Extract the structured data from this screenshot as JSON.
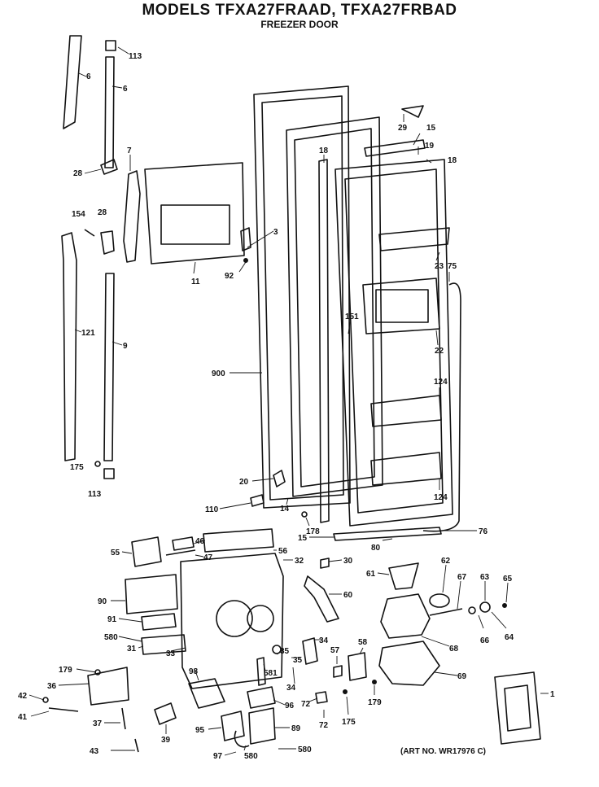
{
  "header": {
    "title": "MODELS TFXA27FRAAD, TFXA27FRBAD",
    "subtitle": "FREEZER DOOR"
  },
  "art_number": "(ART NO. WR17976 C)",
  "callouts": [
    {
      "id": "c113a",
      "text": "113"
    },
    {
      "id": "c6a",
      "text": "6"
    },
    {
      "id": "c6b",
      "text": "6"
    },
    {
      "id": "c7",
      "text": "7"
    },
    {
      "id": "c28a",
      "text": "28"
    },
    {
      "id": "c154",
      "text": "154"
    },
    {
      "id": "c28b",
      "text": "28"
    },
    {
      "id": "c121",
      "text": "121"
    },
    {
      "id": "c9",
      "text": "9"
    },
    {
      "id": "c175a",
      "text": "175"
    },
    {
      "id": "c113b",
      "text": "113"
    },
    {
      "id": "c11",
      "text": "11"
    },
    {
      "id": "c3",
      "text": "3"
    },
    {
      "id": "c92",
      "text": "92"
    },
    {
      "id": "c900",
      "text": "900"
    },
    {
      "id": "c29",
      "text": "29"
    },
    {
      "id": "c15a",
      "text": "15"
    },
    {
      "id": "c19",
      "text": "19"
    },
    {
      "id": "c18a",
      "text": "18"
    },
    {
      "id": "c18b",
      "text": "18"
    },
    {
      "id": "c23",
      "text": "23"
    },
    {
      "id": "c75",
      "text": "75"
    },
    {
      "id": "c151",
      "text": "151"
    },
    {
      "id": "c22",
      "text": "22"
    },
    {
      "id": "c124a",
      "text": "124"
    },
    {
      "id": "c124b",
      "text": "124"
    },
    {
      "id": "c20",
      "text": "20"
    },
    {
      "id": "c110",
      "text": "110"
    },
    {
      "id": "c14",
      "text": "14"
    },
    {
      "id": "c178",
      "text": "178"
    },
    {
      "id": "c15b",
      "text": "15"
    },
    {
      "id": "c80",
      "text": "80"
    },
    {
      "id": "c76",
      "text": "76"
    },
    {
      "id": "c55",
      "text": "55"
    },
    {
      "id": "c46",
      "text": "46"
    },
    {
      "id": "c47",
      "text": "47"
    },
    {
      "id": "c56",
      "text": "56"
    },
    {
      "id": "c32",
      "text": "32"
    },
    {
      "id": "c30",
      "text": "30"
    },
    {
      "id": "c61",
      "text": "61"
    },
    {
      "id": "c62",
      "text": "62"
    },
    {
      "id": "c67",
      "text": "67"
    },
    {
      "id": "c63",
      "text": "63"
    },
    {
      "id": "c65",
      "text": "65"
    },
    {
      "id": "c90",
      "text": "90"
    },
    {
      "id": "c60",
      "text": "60"
    },
    {
      "id": "c91",
      "text": "91"
    },
    {
      "id": "c580a",
      "text": "580"
    },
    {
      "id": "c66",
      "text": "66"
    },
    {
      "id": "c64",
      "text": "64"
    },
    {
      "id": "c31",
      "text": "31"
    },
    {
      "id": "c33",
      "text": "33"
    },
    {
      "id": "c35a",
      "text": "35"
    },
    {
      "id": "c34a",
      "text": "34"
    },
    {
      "id": "c68",
      "text": "68"
    },
    {
      "id": "c179a",
      "text": "179"
    },
    {
      "id": "c36",
      "text": "36"
    },
    {
      "id": "c35b",
      "text": "35"
    },
    {
      "id": "c98",
      "text": "98"
    },
    {
      "id": "c581",
      "text": "581"
    },
    {
      "id": "c34b",
      "text": "34"
    },
    {
      "id": "c57",
      "text": "57"
    },
    {
      "id": "c58",
      "text": "58"
    },
    {
      "id": "c69",
      "text": "69"
    },
    {
      "id": "c42",
      "text": "42"
    },
    {
      "id": "c96",
      "text": "96"
    },
    {
      "id": "c72a",
      "text": "72"
    },
    {
      "id": "c179b",
      "text": "179"
    },
    {
      "id": "c41",
      "text": "41"
    },
    {
      "id": "c37",
      "text": "37"
    },
    {
      "id": "c39",
      "text": "39"
    },
    {
      "id": "c175b",
      "text": "175"
    },
    {
      "id": "c72b",
      "text": "72"
    },
    {
      "id": "c95",
      "text": "95"
    },
    {
      "id": "c89",
      "text": "89"
    },
    {
      "id": "c1",
      "text": "1"
    },
    {
      "id": "c43",
      "text": "43"
    },
    {
      "id": "c97",
      "text": "97"
    },
    {
      "id": "c580b",
      "text": "580"
    },
    {
      "id": "c580c",
      "text": "580"
    }
  ]
}
